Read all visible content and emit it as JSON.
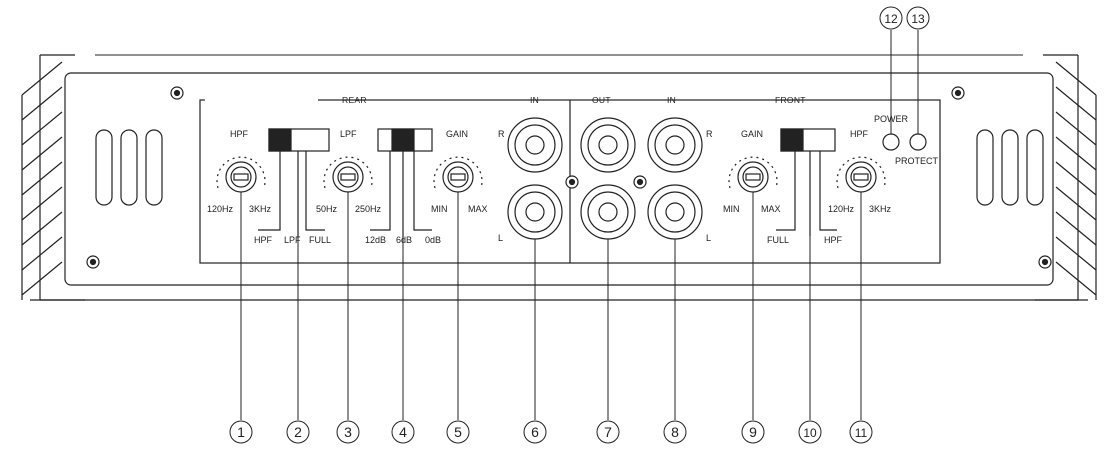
{
  "panel": {
    "rear_label": "REAR",
    "in_label": "IN",
    "out_label": "OUT",
    "in_label_front": "IN",
    "front_label": "FRONT"
  },
  "rear": {
    "hpf_knob": {
      "title": "HPF",
      "min": "120Hz",
      "max": "3KHz"
    },
    "xover_switch": {
      "positions": [
        "HPF",
        "LPF",
        "FULL"
      ]
    },
    "lpf_knob": {
      "title": "LPF",
      "min": "50Hz",
      "max": "250Hz"
    },
    "bass_switch": {
      "positions": [
        "12dB",
        "6dB",
        "0dB"
      ]
    },
    "gain_knob": {
      "title": "GAIN",
      "min": "MIN",
      "max": "MAX"
    }
  },
  "rca": {
    "r": "R",
    "l": "L",
    "r2": "R",
    "l2": "L"
  },
  "front": {
    "gain_knob": {
      "title": "GAIN",
      "min": "MIN",
      "max": "MAX"
    },
    "xover_switch": {
      "positions": [
        "FULL",
        "HPF"
      ]
    },
    "hpf_knob": {
      "title": "HPF",
      "min": "120Hz",
      "max": "3KHz"
    }
  },
  "leds": {
    "power": "POWER",
    "protect": "PROTECT"
  },
  "callouts": [
    "1",
    "2",
    "3",
    "4",
    "5",
    "6",
    "7",
    "8",
    "9",
    "10",
    "11",
    "12",
    "13"
  ],
  "colors": {
    "line": "#222222",
    "background": "#ffffff"
  }
}
